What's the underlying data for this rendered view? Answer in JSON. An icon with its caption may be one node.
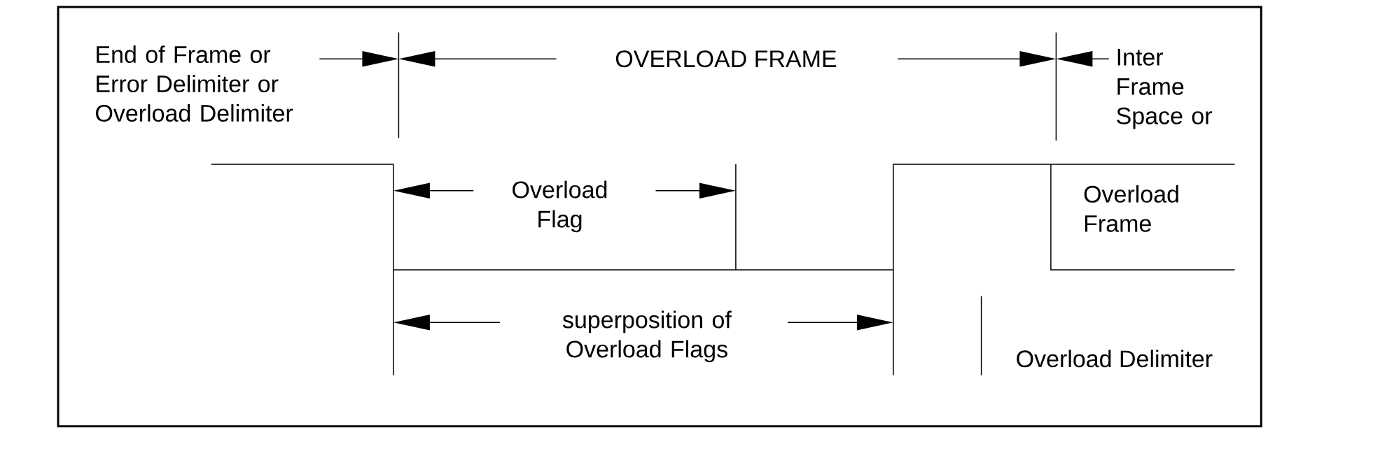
{
  "diagram": {
    "labels": [
      "End of Frame or Error Delimiter or Overload Delimiter",
      "OVERLOAD FRAME",
      "Inter Frame Space or",
      "Overload Flag",
      "Overload Frame",
      "superposition of Overload Flags",
      "Overload Delimiter"
    ]
  }
}
